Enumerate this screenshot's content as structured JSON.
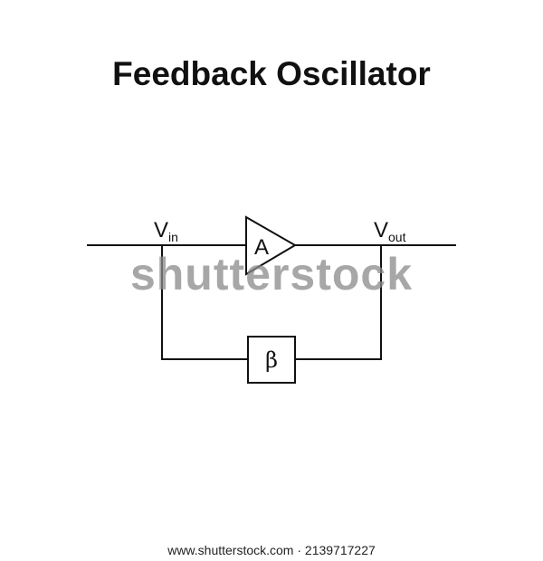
{
  "title": "Feedback Oscillator",
  "diagram": {
    "nodes": {
      "vin": {
        "main": "V",
        "sub": "in"
      },
      "vout": {
        "main": "V",
        "sub": "out"
      }
    },
    "amplifier": {
      "label": "A"
    },
    "feedback": {
      "label": "β"
    }
  },
  "watermark": "shutterstock",
  "footer": "www.shutterstock.com · 2139717227",
  "colors": {
    "line": "#111111",
    "watermark": "#8a8a8a",
    "background": "#ffffff"
  }
}
